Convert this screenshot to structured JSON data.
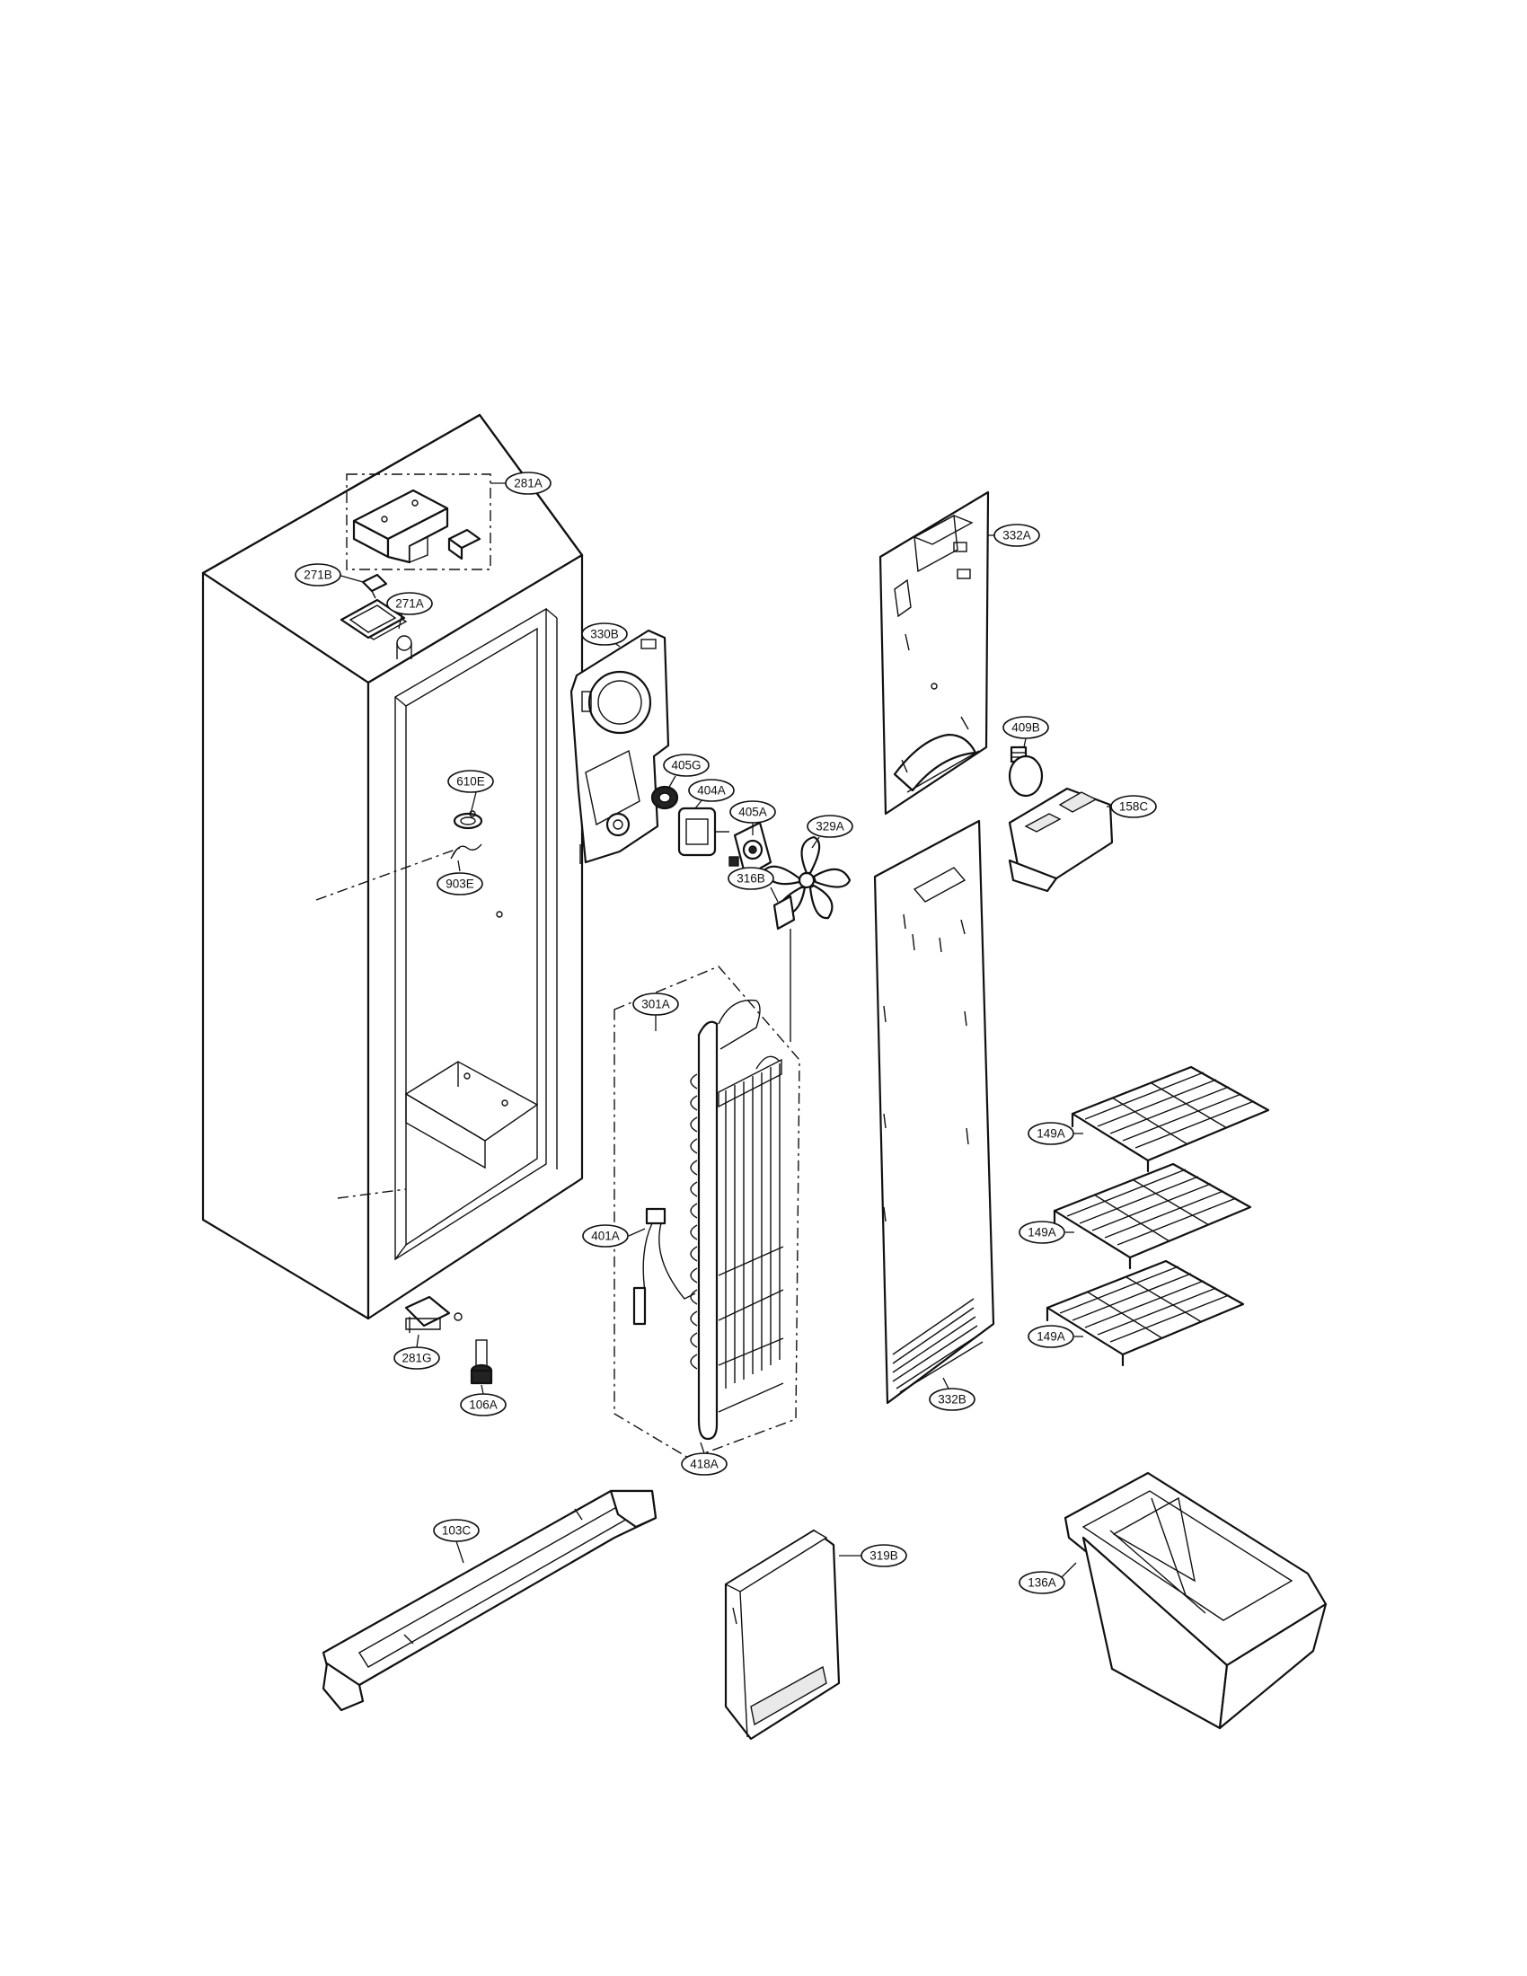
{
  "callouts": [
    {
      "id": "281A",
      "text": "281A"
    },
    {
      "id": "271B",
      "text": "271B"
    },
    {
      "id": "271A",
      "text": "271A"
    },
    {
      "id": "330B",
      "text": "330B"
    },
    {
      "id": "332A",
      "text": "332A"
    },
    {
      "id": "610E",
      "text": "610E"
    },
    {
      "id": "405G",
      "text": "405G"
    },
    {
      "id": "404A",
      "text": "404A"
    },
    {
      "id": "405A",
      "text": "405A"
    },
    {
      "id": "329A",
      "text": "329A"
    },
    {
      "id": "409B",
      "text": "409B"
    },
    {
      "id": "158C",
      "text": "158C"
    },
    {
      "id": "903E",
      "text": "903E"
    },
    {
      "id": "316B",
      "text": "316B"
    },
    {
      "id": "301A",
      "text": "301A"
    },
    {
      "id": "149A_1",
      "text": "149A"
    },
    {
      "id": "149A_2",
      "text": "149A"
    },
    {
      "id": "149A_3",
      "text": "149A"
    },
    {
      "id": "401A",
      "text": "401A"
    },
    {
      "id": "281G",
      "text": "281G"
    },
    {
      "id": "106A",
      "text": "106A"
    },
    {
      "id": "332B",
      "text": "332B"
    },
    {
      "id": "418A",
      "text": "418A"
    },
    {
      "id": "103C",
      "text": "103C"
    },
    {
      "id": "319B",
      "text": "319B"
    },
    {
      "id": "136A",
      "text": "136A"
    }
  ]
}
